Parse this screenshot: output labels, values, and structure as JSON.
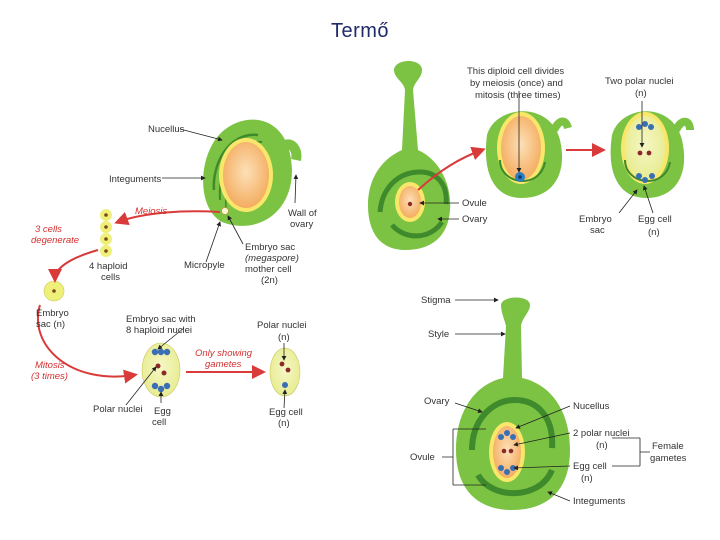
{
  "title": "Termő",
  "left_panel": {
    "nucellus": "Nucellus",
    "integuments": "Integuments",
    "meiosis": "Meiosis",
    "cells_degenerate_1": "3 cells",
    "cells_degenerate_2": "degenerate",
    "haploid_1": "4 haploid",
    "haploid_2": "cells",
    "wall_1": "Wall of",
    "wall_2": "ovary",
    "micropyle": "Micropyle",
    "sac_mother_1": "Embryo sac",
    "sac_mother_2": "(megaspore)",
    "sac_mother_3": "mother cell",
    "sac_mother_4": "(2n)",
    "embryo_sac_1": "Embryo",
    "embryo_sac_2": "sac (n)",
    "mitosis_1": "Mitosis",
    "mitosis_2": "(3 times)",
    "eight_nuclei_1": "Embryo sac with",
    "eight_nuclei_2": "8 haploid nuclei",
    "only_showing_1": "Only showing",
    "only_showing_2": "gametes",
    "polar_top_1": "Polar nuclei",
    "polar_top_2": "(n)",
    "polar_bottom": "Polar nuclei",
    "egg_1": "Egg",
    "egg_2": "cell",
    "egg_n_1": "Egg cell",
    "egg_n_2": "(n)"
  },
  "top_right_panel": {
    "diploid_1": "This diploid cell divides",
    "diploid_2": "by meiosis (once) and",
    "diploid_3": "mitosis (three times)",
    "two_polar_1": "Two polar nuclei",
    "two_polar_2": "(n)",
    "ovule": "Ovule",
    "ovary": "Ovary",
    "embryo_sac_1": "Embryo",
    "embryo_sac_2": "sac",
    "egg_1": "Egg cell",
    "egg_2": "(n)"
  },
  "bottom_right_panel": {
    "stigma": "Stigma",
    "style": "Style",
    "ovary": "Ovary",
    "ovule": "Ovule",
    "nucellus": "Nucellus",
    "polar_1": "2 polar nuclei",
    "polar_2": "(n)",
    "egg_1": "Egg cell",
    "egg_2": "(n)",
    "integuments": "Integuments",
    "female_1": "Female",
    "female_2": "gametes"
  }
}
